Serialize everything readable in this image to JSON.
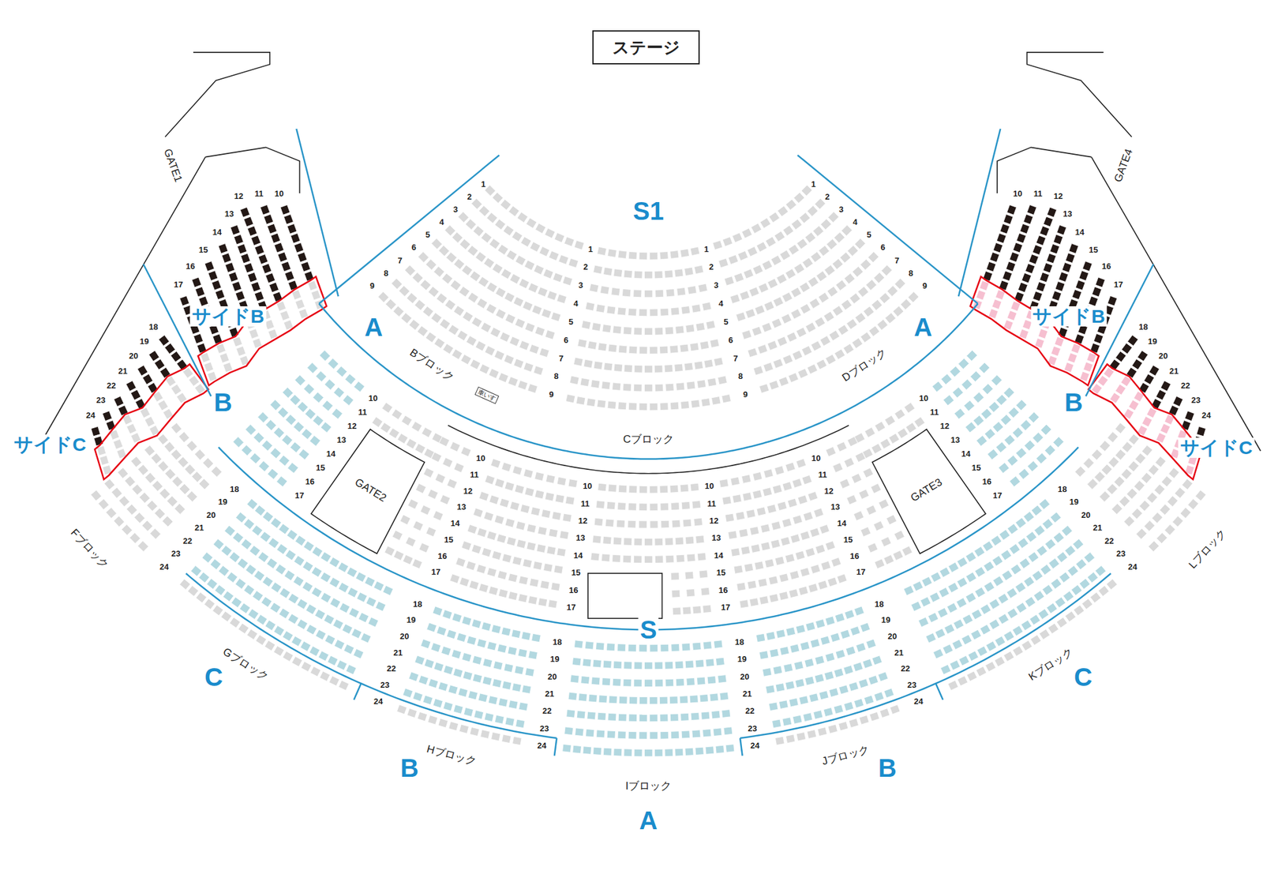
{
  "diagram": {
    "nodes": [
      {
        "text": [
          "ステージ"
        ]
      }
    ],
    "labels": [
      "S1",
      "S",
      "A",
      "A",
      "A",
      "B",
      "B",
      "B",
      "B",
      "C",
      "C",
      "サイドB",
      "サイドB",
      "サイドC",
      "サイドC",
      "Bブロック",
      "Cブロック",
      "Dブロック",
      "Fブロック",
      "Gブロック",
      "Hブロック",
      "Iブロック",
      "Jブロック",
      "Kブロック",
      "Lブロック",
      "GATE1",
      "GATE2",
      "GATE3",
      "GATE4",
      "車いす",
      "1",
      "2",
      "3",
      "4",
      "5",
      "6",
      "7",
      "8",
      "9",
      "1",
      "2",
      "3",
      "4",
      "5",
      "6",
      "7",
      "8",
      "9",
      "1",
      "2",
      "3",
      "4",
      "5",
      "6",
      "7",
      "8",
      "9",
      "1",
      "2",
      "3",
      "4",
      "5",
      "6",
      "7",
      "8",
      "9",
      "10",
      "11",
      "12",
      "13",
      "14",
      "15",
      "16",
      "17",
      "10",
      "11",
      "12",
      "13",
      "14",
      "15",
      "16",
      "17",
      "10",
      "11",
      "12",
      "13",
      "14",
      "15",
      "16",
      "17",
      "10",
      "11",
      "12",
      "13",
      "14",
      "15",
      "16",
      "17",
      "10",
      "11",
      "12",
      "13",
      "14",
      "15",
      "16",
      "17",
      "10",
      "11",
      "12",
      "13",
      "14",
      "15",
      "16",
      "17",
      "18",
      "19",
      "20",
      "21",
      "22",
      "23",
      "24",
      "18",
      "19",
      "20",
      "21",
      "22",
      "23",
      "24",
      "18",
      "19",
      "20",
      "21",
      "22",
      "23",
      "24",
      "18",
      "19",
      "20",
      "21",
      "22",
      "23",
      "24",
      "18",
      "19",
      "20",
      "21",
      "22",
      "23",
      "24",
      "18",
      "19",
      "20",
      "21",
      "22",
      "23",
      "24",
      "10",
      "11",
      "12",
      "13",
      "14",
      "15",
      "16",
      "17",
      "18",
      "19",
      "20",
      "21",
      "22",
      "23",
      "24",
      "10",
      "11",
      "12",
      "13",
      "14",
      "15",
      "16",
      "17",
      "18",
      "19",
      "20",
      "21",
      "22",
      "23",
      "24"
    ]
  }
}
